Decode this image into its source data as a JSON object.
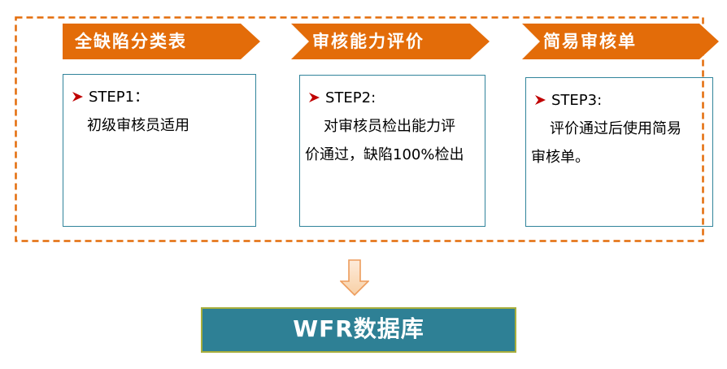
{
  "diagram": {
    "steps": [
      {
        "header": "全缺陷分类表",
        "step_label": "STEP1：",
        "lines": [
          "初级审核员适用",
          ""
        ]
      },
      {
        "header": "审核能力评价",
        "step_label": "STEP2:",
        "lines": [
          "对审核员检出能力评",
          "价通过，缺陷100%检出"
        ]
      },
      {
        "header": "简易审核单",
        "step_label": "STEP3:",
        "lines": [
          "评价通过后使用简易",
          "审核单。"
        ]
      }
    ],
    "database": {
      "label": "WFR数据库"
    },
    "icons": {
      "bullet": "arrowhead-right-bullet",
      "flow": "arrow-down"
    },
    "colors": {
      "header_orange": "#E36C09",
      "frame_dash_orange": "#E36C0A",
      "box_border_teal": "#31849B",
      "bullet_red": "#C00000",
      "down_arrow_fill": "#FBDFC0",
      "down_arrow_stroke": "#ED9C5C",
      "database_fill": "#2E8095",
      "database_border": "#A8AE3C"
    }
  }
}
